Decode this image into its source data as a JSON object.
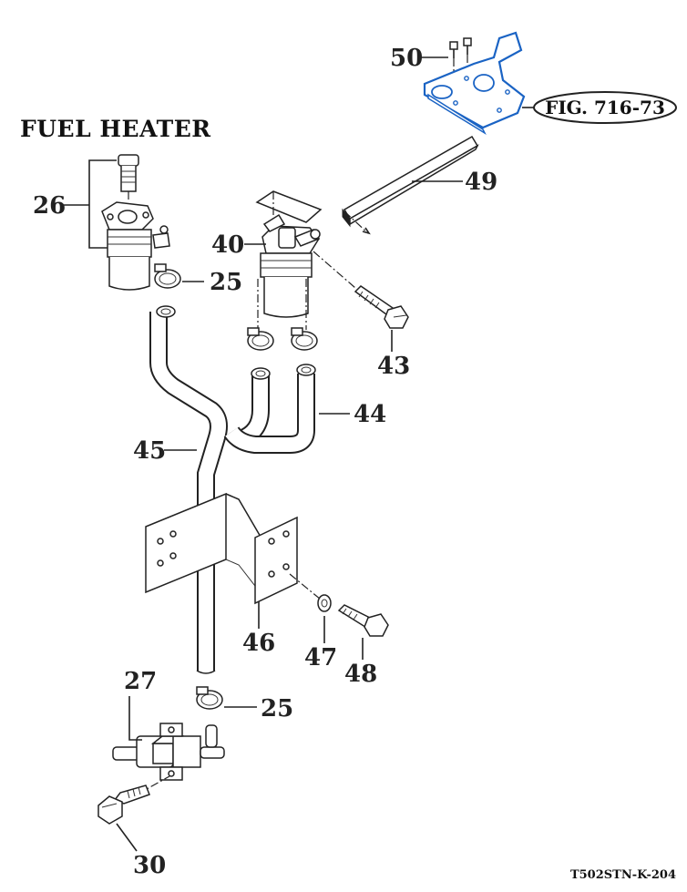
{
  "title": "FUEL HEATER",
  "figure_ref": "FIG. 716-73",
  "drawing_code": "T502STN-K-204",
  "colors": {
    "highlight": "#1a63c4",
    "line": "#222222"
  },
  "callouts": {
    "c50": "50",
    "c26": "26",
    "c49": "49",
    "c40": "40",
    "c25a": "25",
    "c43": "43",
    "c44": "44",
    "c45": "45",
    "c46": "46",
    "c47": "47",
    "c48": "48",
    "c27": "27",
    "c25b": "25",
    "c30": "30"
  }
}
